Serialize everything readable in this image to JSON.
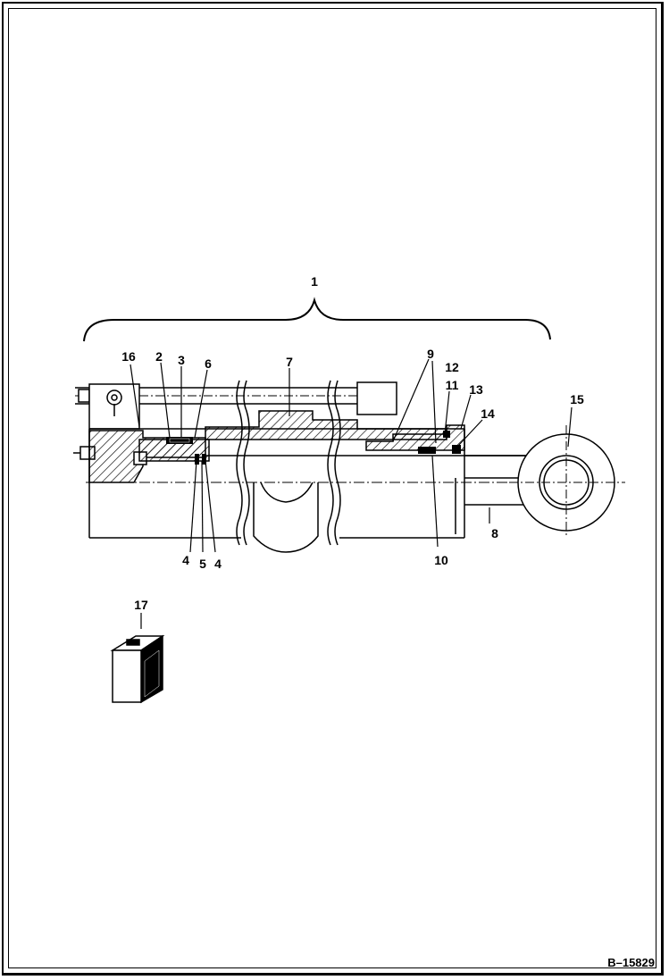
{
  "callouts": {
    "c1": "1",
    "c2": "2",
    "c3": "3",
    "c4a": "4",
    "c4b": "4",
    "c5": "5",
    "c6": "6",
    "c7": "7",
    "c8": "8",
    "c9": "9",
    "c10": "10",
    "c11": "11",
    "c12": "12",
    "c13": "13",
    "c14": "14",
    "c15": "15",
    "c16": "16",
    "c17": "17"
  },
  "document_id": "B–15829"
}
